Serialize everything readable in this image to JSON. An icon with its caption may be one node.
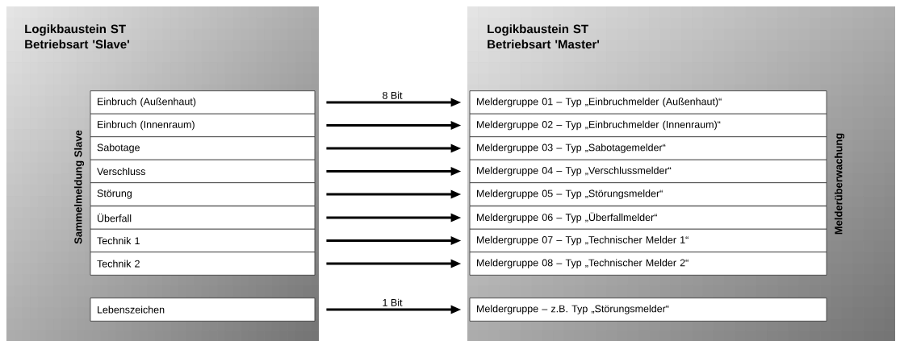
{
  "diagram": {
    "nodes": [
      {
        "text": [
          "Logikbaustein ST Betriebsart 'Slave'",
          "Sammelmeldung Slave"
        ]
      },
      {
        "text": [
          "Einbruch (Außenhaut)"
        ],
        "in": 0
      },
      {
        "text": [
          "Einbruch (Innenraum)"
        ],
        "in": 0
      },
      {
        "text": [
          "Sabotage"
        ],
        "in": 0
      },
      {
        "text": [
          "Verschluss"
        ],
        "in": 0
      },
      {
        "text": [
          "Störung"
        ],
        "in": 0
      },
      {
        "text": [
          "Überfall"
        ],
        "in": 0
      },
      {
        "text": [
          "Technik 1"
        ],
        "in": 0
      },
      {
        "text": [
          "Technik 2"
        ],
        "in": 0
      },
      {
        "text": [
          "Lebenszeichen"
        ],
        "in": 0
      },
      {
        "text": [
          "Logikbaustein ST Betriebsart 'Master'",
          "Melderüberwachung"
        ]
      },
      {
        "text": [
          "Meldergruppe 01 – Typ „Einbruchmelder (Außenhaut)“"
        ],
        "in": 10
      },
      {
        "text": [
          "Meldergruppe 02 – Typ „Einbruchmelder (Innenraum)“"
        ],
        "in": 10
      },
      {
        "text": [
          "Meldergruppe 03 – Typ „Sabotagemelder“"
        ],
        "in": 10
      },
      {
        "text": [
          "Meldergruppe 04 – Typ „Verschlussmelder“"
        ],
        "in": 10
      },
      {
        "text": [
          "Meldergruppe 05 – Typ „Störungsmelder“"
        ],
        "in": 10
      },
      {
        "text": [
          "Meldergruppe 06 – Typ „Überfallmelder“"
        ],
        "in": 10
      },
      {
        "text": [
          "Meldergruppe 07 – Typ „Technischer Melder 1“"
        ],
        "in": 10
      },
      {
        "text": [
          "Meldergruppe 08 – Typ „Technischer Melder 2“"
        ],
        "in": 10
      },
      {
        "text": [
          "Meldergruppe – z.B. Typ „Störungsmelder“"
        ],
        "in": 10
      }
    ],
    "edges": [
      {
        "from": 1,
        "to": 11,
        "arrow": "to",
        "label": "8 Bit"
      },
      {
        "from": 2,
        "to": 12,
        "arrow": "to"
      },
      {
        "from": 3,
        "to": 13,
        "arrow": "to"
      },
      {
        "from": 4,
        "to": 14,
        "arrow": "to"
      },
      {
        "from": 5,
        "to": 15,
        "arrow": "to"
      },
      {
        "from": 6,
        "to": 16,
        "arrow": "to"
      },
      {
        "from": 7,
        "to": 17,
        "arrow": "to"
      },
      {
        "from": 8,
        "to": 18,
        "arrow": "to"
      },
      {
        "from": 9,
        "to": 19,
        "arrow": "to",
        "label": "1 Bit"
      }
    ]
  }
}
